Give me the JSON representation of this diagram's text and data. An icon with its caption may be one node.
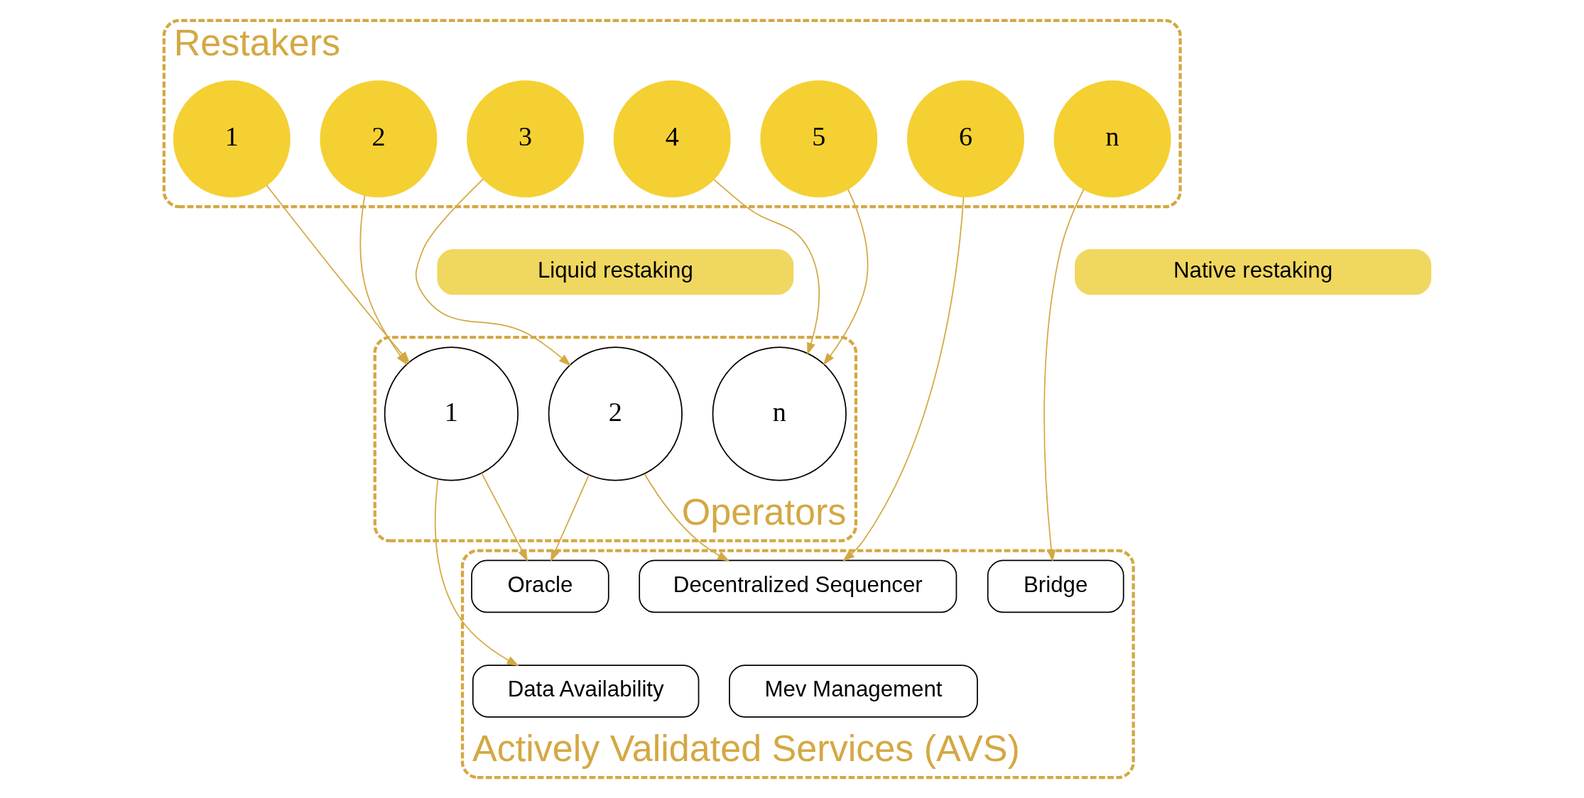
{
  "diagram": {
    "nodes": [
      {
        "text": [
          "Restakers"
        ]
      },
      {
        "text": [
          "1"
        ],
        "in": 0
      },
      {
        "text": [
          "2"
        ],
        "in": 0
      },
      {
        "text": [
          "3"
        ],
        "in": 0
      },
      {
        "text": [
          "4"
        ],
        "in": 0
      },
      {
        "text": [
          "5"
        ],
        "in": 0
      },
      {
        "text": [
          "6"
        ],
        "in": 0
      },
      {
        "text": [
          "n"
        ],
        "in": 0
      },
      {
        "text": [
          "Liquid restaking"
        ]
      },
      {
        "text": [
          "Native restaking"
        ]
      },
      {
        "text": [
          "Operators"
        ]
      },
      {
        "text": [
          "1"
        ],
        "in": 10
      },
      {
        "text": [
          "2"
        ],
        "in": 10
      },
      {
        "text": [
          "n"
        ],
        "in": 10
      },
      {
        "text": [
          "Actively Validated Services (AVS)"
        ]
      },
      {
        "text": [
          "Oracle"
        ],
        "in": 14
      },
      {
        "text": [
          "Decentralized Sequencer"
        ],
        "in": 14
      },
      {
        "text": [
          "Bridge"
        ],
        "in": 14
      },
      {
        "text": [
          "Data Availability"
        ],
        "in": 14
      },
      {
        "text": [
          "Mev Management"
        ],
        "in": 14
      }
    ],
    "edges": [
      {
        "from": 1,
        "to": 11,
        "arrow": "to"
      },
      {
        "from": 2,
        "to": 11,
        "arrow": "to"
      },
      {
        "from": 3,
        "to": 12,
        "arrow": "to"
      },
      {
        "from": 4,
        "to": 13,
        "arrow": "to"
      },
      {
        "from": 5,
        "to": 13,
        "arrow": "to"
      },
      {
        "from": 6,
        "to": 16,
        "arrow": "to"
      },
      {
        "from": 7,
        "to": 17,
        "arrow": "to"
      },
      {
        "from": 11,
        "to": 15,
        "arrow": "to"
      },
      {
        "from": 11,
        "to": 18,
        "arrow": "to"
      },
      {
        "from": 12,
        "to": 15,
        "arrow": "to"
      },
      {
        "from": 12,
        "to": 16,
        "arrow": "to"
      }
    ]
  }
}
